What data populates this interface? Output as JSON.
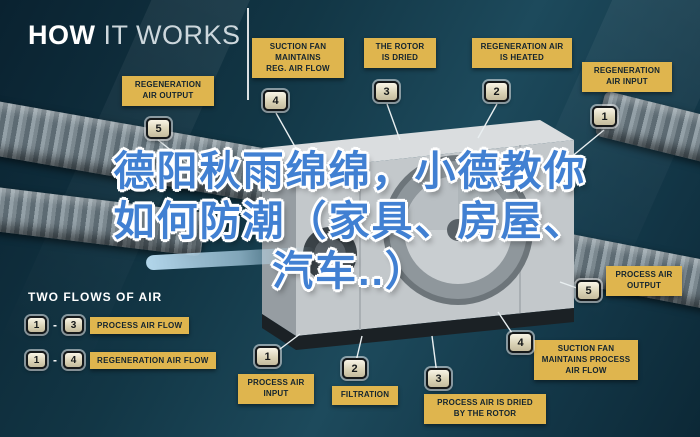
{
  "title": {
    "bold": "HOW",
    "light": "IT WORKS"
  },
  "overlay_text": {
    "line1": "德阳秋雨绵绵，小德教你",
    "line2": "如何防潮（家具、房屋、",
    "line3": "汽车..）"
  },
  "callouts": [
    {
      "num": "5",
      "label": "REGENERATION\nAIR OUTPUT"
    },
    {
      "num": "4",
      "label": "SUCTION FAN\nMAINTAINS\nREG. AIR FLOW"
    },
    {
      "num": "3",
      "label": "THE ROTOR\nIS DRIED"
    },
    {
      "num": "2",
      "label": "REGENERATION AIR\nIS HEATED"
    },
    {
      "num": "1",
      "label": "REGENERATION\nAIR INPUT"
    },
    {
      "num": "5",
      "label": "PROCESS AIR\nOUTPUT"
    },
    {
      "num": "4",
      "label": "SUCTION FAN\nMAINTAINS PROCESS\nAIR FLOW"
    },
    {
      "num": "3",
      "label": "PROCESS AIR IS DRIED\nBY THE ROTOR"
    },
    {
      "num": "2",
      "label": "FILTRATION"
    },
    {
      "num": "1",
      "label": "PROCESS AIR\nINPUT"
    }
  ],
  "legend": {
    "title": "TWO FLOWS OF AIR",
    "rows": [
      {
        "start": "1",
        "separator": "-",
        "end": "3",
        "label": "PROCESS AIR FLOW"
      },
      {
        "start": "1",
        "separator": "-",
        "end": "4",
        "label": "REGENERATION AIR FLOW"
      }
    ]
  },
  "colors": {
    "background": "#123645",
    "label_bg": "#dfb54e",
    "label_text": "#13242f",
    "overlay_blue": "#4180d2"
  }
}
